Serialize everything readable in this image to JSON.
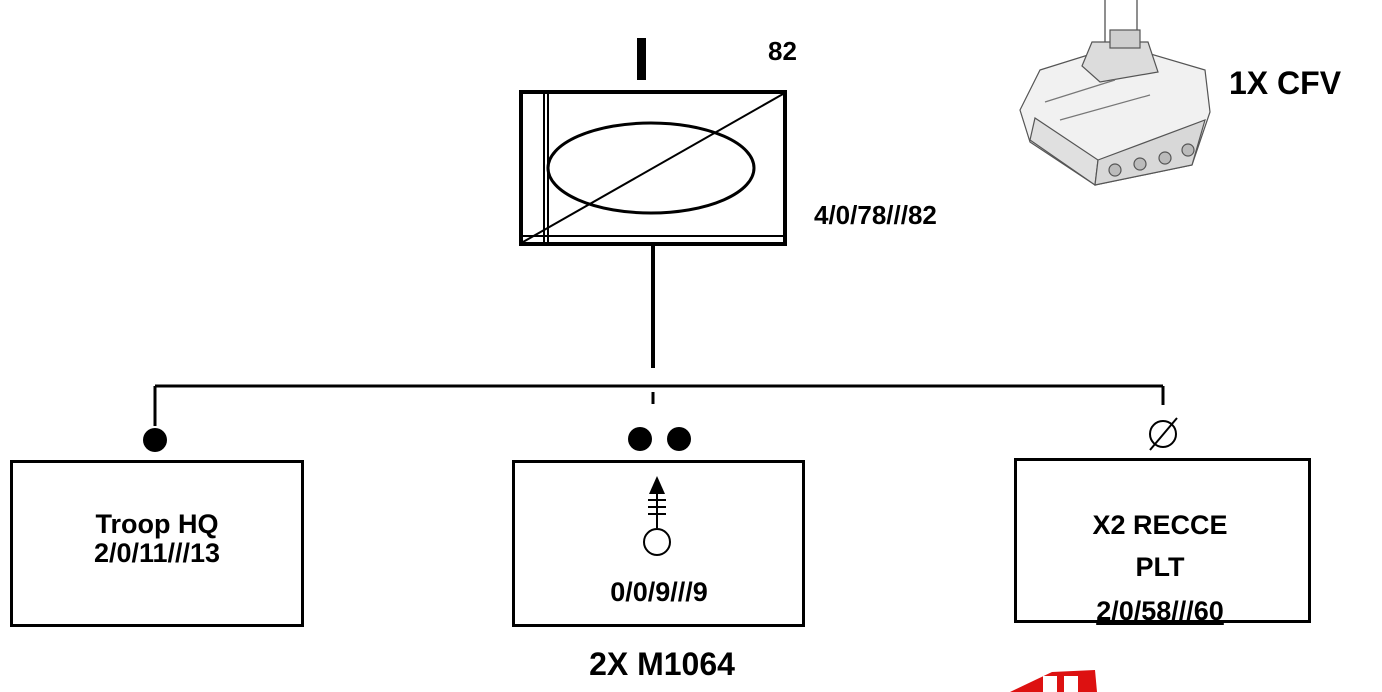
{
  "hq": {
    "size_indicator": "I",
    "strength": "82",
    "personnel": "4/0/78///82",
    "vehicle_label": "1X CFV",
    "vehicle_image": "bradley-cfv-vehicle-icon"
  },
  "subordinates": [
    {
      "name": "Troop HQ",
      "personnel": "2/0/11///13",
      "echelon_symbol": "single-dot-icon"
    },
    {
      "personnel": "0/0/9///9",
      "echelon_symbol": "double-dot-icon",
      "unit_symbol": "mortar-icon",
      "vehicle_label": "2X M1064"
    },
    {
      "name_line1": "X2 RECCE",
      "name_line2": "PLT",
      "personnel": "2/0/58///60",
      "echelon_symbol": "null-symbol-icon"
    }
  ],
  "colors": {
    "line": "#000000",
    "background": "#ffffff",
    "fragment_accent": "#dd1111"
  }
}
